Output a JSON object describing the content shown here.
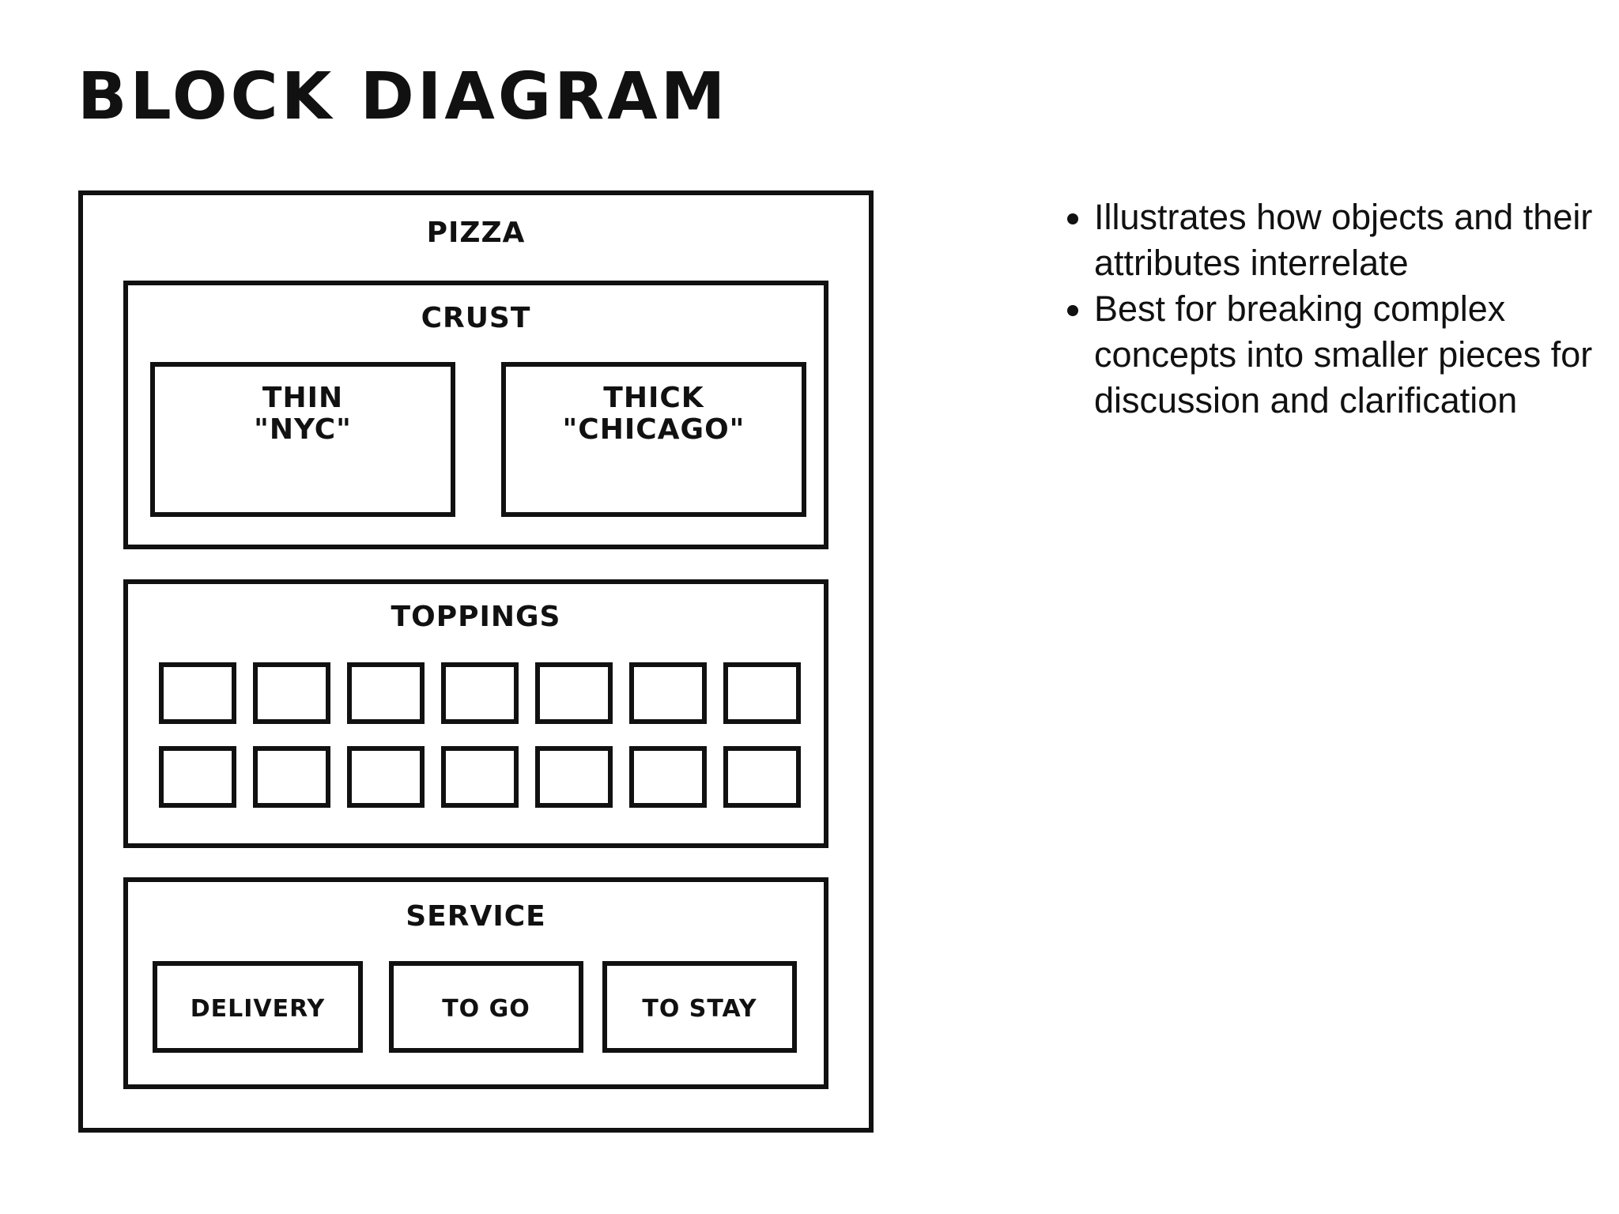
{
  "title": "BLOCK DIAGRAM",
  "diagram": {
    "root": "PIZZA",
    "crust": {
      "label": "CRUST",
      "items": [
        "THIN\n\"NYC\"",
        "THICK\n\"CHICAGO\""
      ]
    },
    "toppings": {
      "label": "TOPPINGS",
      "count": 14
    },
    "service": {
      "label": "SERVICE",
      "items": [
        "DELIVERY",
        "TO GO",
        "TO STAY"
      ]
    }
  },
  "bullets": [
    "Illustrates how objects and their attributes interrelate",
    "Best for breaking complex concepts into smaller pieces for discussion and clarification"
  ]
}
